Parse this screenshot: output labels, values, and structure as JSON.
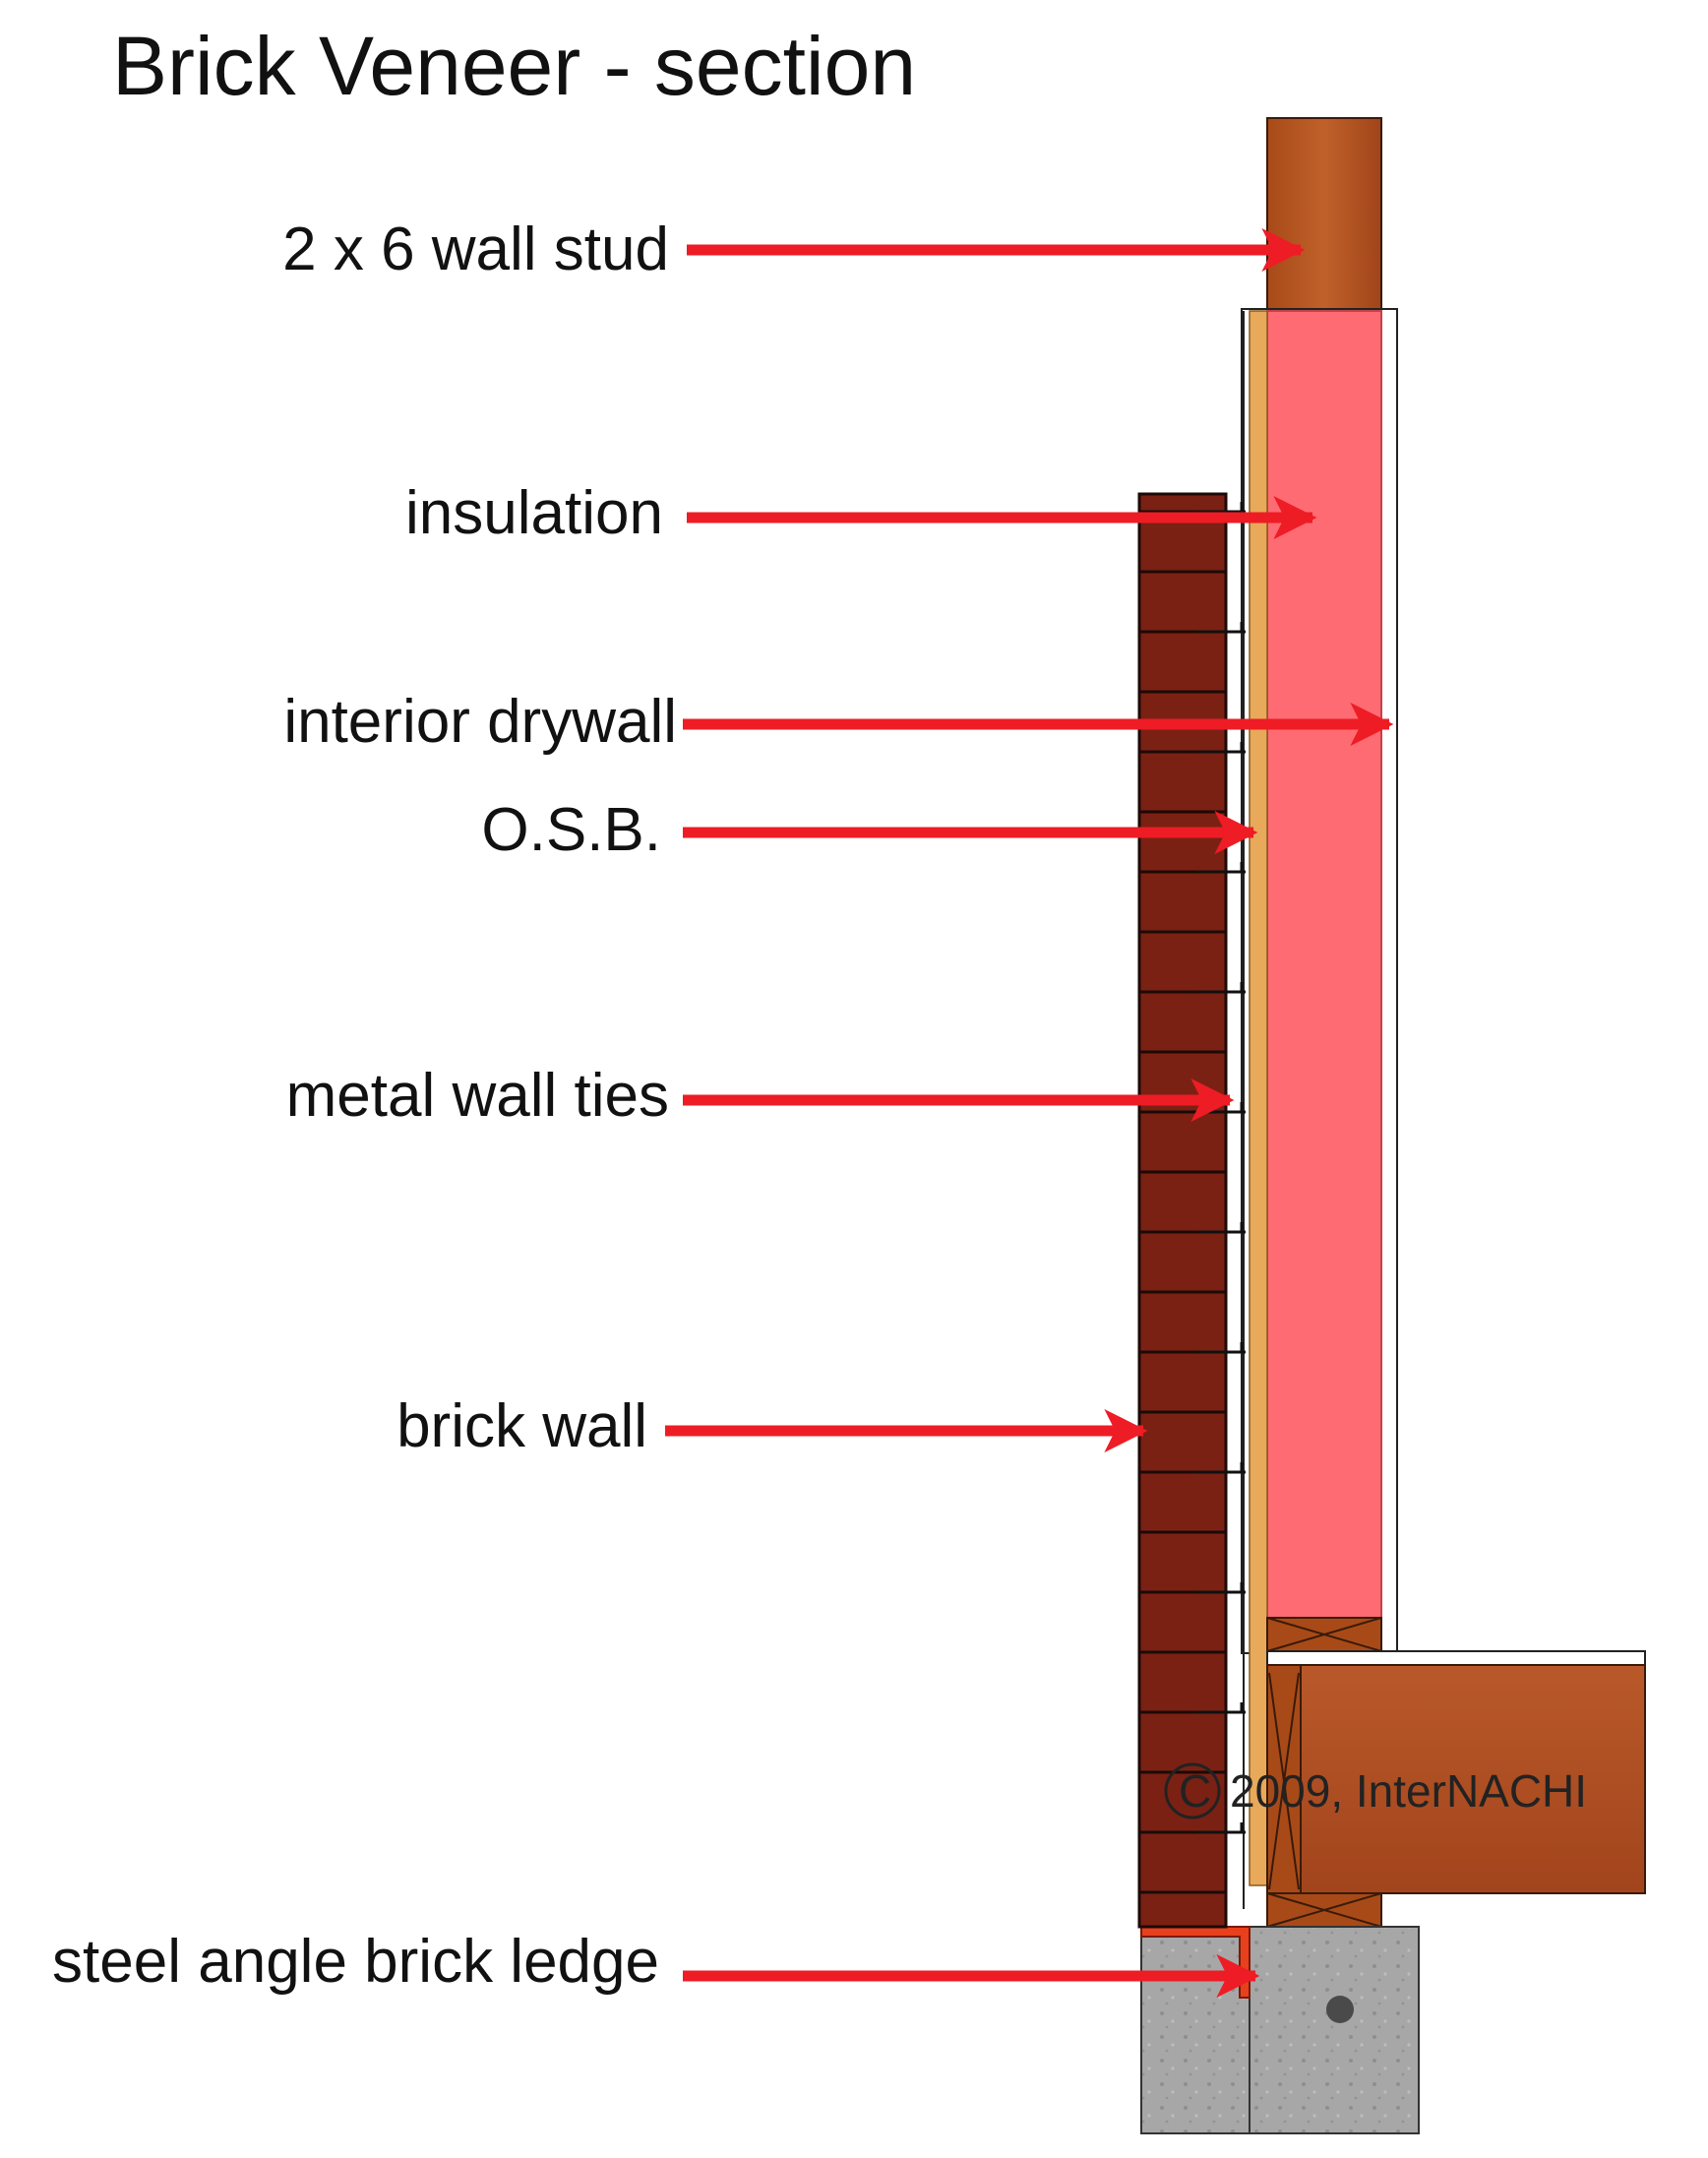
{
  "title": "Brick Veneer - section",
  "labels": {
    "wall_stud": "2 x 6 wall stud",
    "insulation": "insulation",
    "interior_drywall": "interior drywall",
    "osb": "O.S.B.",
    "metal_wall_ties": "metal wall ties",
    "brick_wall": "brick wall",
    "steel_angle_brick_ledge": "steel angle brick ledge"
  },
  "copyright": "2009, InterNACHI",
  "copyright_symbol": "C",
  "colors": {
    "arrow": "#ee1c25",
    "brick": "#7a2114",
    "mortar": "#1c0a06",
    "wood": "#b5541f",
    "insulation": "#ff6b72",
    "osb": "#e8a95a",
    "concrete": "#a6a6a6",
    "steel_angle": "#e8401c"
  }
}
